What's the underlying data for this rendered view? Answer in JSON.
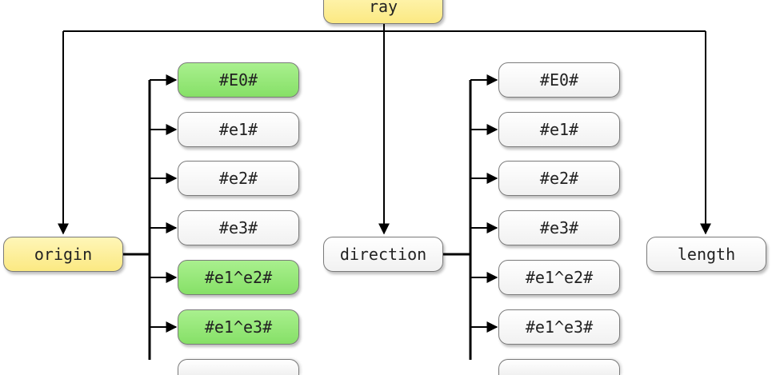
{
  "root": {
    "label": "ray",
    "color": "yellow"
  },
  "branches": [
    {
      "id": "origin",
      "label": "origin",
      "color": "yellow",
      "children": [
        {
          "label": "#E0#",
          "color": "green"
        },
        {
          "label": "#e1#",
          "color": "white"
        },
        {
          "label": "#e2#",
          "color": "white"
        },
        {
          "label": "#e3#",
          "color": "white"
        },
        {
          "label": "#e1^e2#",
          "color": "green"
        },
        {
          "label": "#e1^e3#",
          "color": "green"
        },
        {
          "label": "",
          "color": "white"
        }
      ]
    },
    {
      "id": "direction",
      "label": "direction",
      "color": "white",
      "children": [
        {
          "label": "#E0#",
          "color": "white"
        },
        {
          "label": "#e1#",
          "color": "white"
        },
        {
          "label": "#e2#",
          "color": "white"
        },
        {
          "label": "#e3#",
          "color": "white"
        },
        {
          "label": "#e1^e2#",
          "color": "white"
        },
        {
          "label": "#e1^e3#",
          "color": "white"
        },
        {
          "label": "",
          "color": "white"
        }
      ]
    },
    {
      "id": "length",
      "label": "length",
      "color": "white",
      "children": []
    }
  ]
}
